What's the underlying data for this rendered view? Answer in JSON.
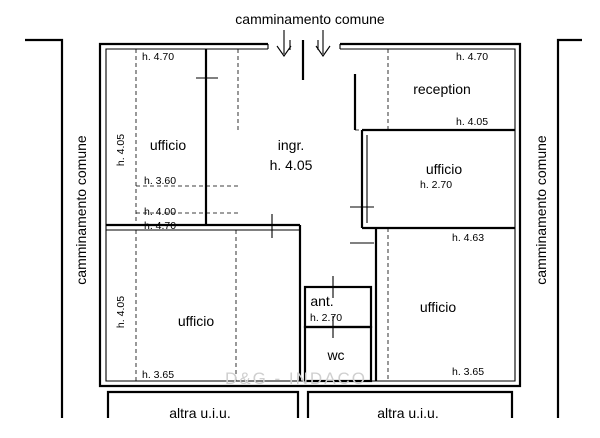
{
  "labels": {
    "top_corridor": "camminamento comune",
    "left_corridor": "camminamento comune",
    "right_corridor": "camminamento comune",
    "bottom_left": "altra u.i.u.",
    "bottom_right": "altra u.i.u."
  },
  "rooms": {
    "ufficio_top_left": {
      "name": "ufficio",
      "h_top": "h. 4.70",
      "h_side": "h. 4.05",
      "h_mid1": "h. 3.60",
      "h_mid2": "h. 4.00"
    },
    "ingresso": {
      "name": "ingr.",
      "height": "h. 4.05"
    },
    "reception": {
      "name": "reception",
      "h_top": "h. 4.70",
      "h_bottom": "h. 4.05"
    },
    "ufficio_mid_right": {
      "name": "ufficio",
      "height": "h. 2.70"
    },
    "ufficio_bottom_left": {
      "name": "ufficio",
      "h_top": "h. 4.70",
      "h_side": "h. 4.05",
      "h_bottom": "h. 3.65"
    },
    "antibagno": {
      "name": "ant.",
      "height": "h. 2.70"
    },
    "wc": {
      "name": "wc"
    },
    "ufficio_bottom_right": {
      "name": "ufficio",
      "h_top": "h. 4.63",
      "h_bottom": "h. 3.65"
    }
  },
  "watermark": "D&G - INDACO"
}
